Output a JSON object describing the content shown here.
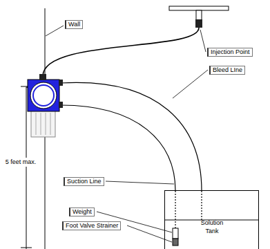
{
  "diagram": {
    "nodes": [
      {
        "text": [
          "Solution Tank"
        ]
      }
    ],
    "labels": [
      "Wall",
      "Injection Point",
      "Bleed LIne",
      "5 feet max.",
      "Suction Line",
      "Weight",
      "Foot Valve Strainer"
    ]
  }
}
